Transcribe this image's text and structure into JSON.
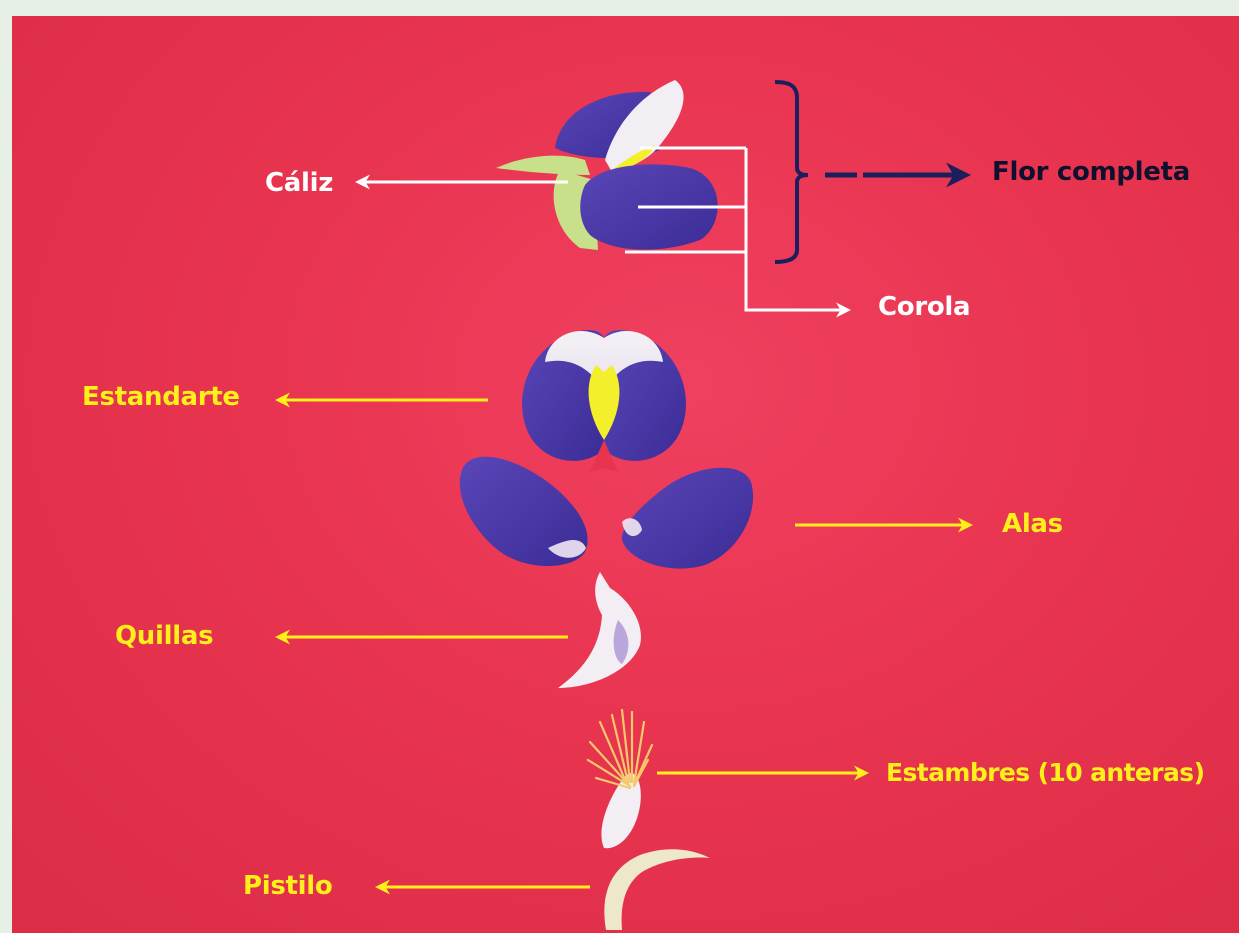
{
  "labels": {
    "caliz": "Cáliz",
    "flor_completa": "Flor completa",
    "corola": "Corola",
    "estandarte": "Estandarte",
    "alas": "Alas",
    "quillas": "Quillas",
    "estambres": "Estambres (10 anteras)",
    "pistilo": "Pistilo"
  },
  "colors": {
    "background": "#e8344f",
    "label_white": "#ffffff",
    "label_yellow": "#ffef1a",
    "label_navy": "#0f0f2e",
    "bracket_navy": "#1c1f5c",
    "petal_purple": "#4a3aa8",
    "petal_white": "#f2eef4",
    "calyx_green": "#c9e08a",
    "standard_yellow": "#f3ef2a"
  }
}
